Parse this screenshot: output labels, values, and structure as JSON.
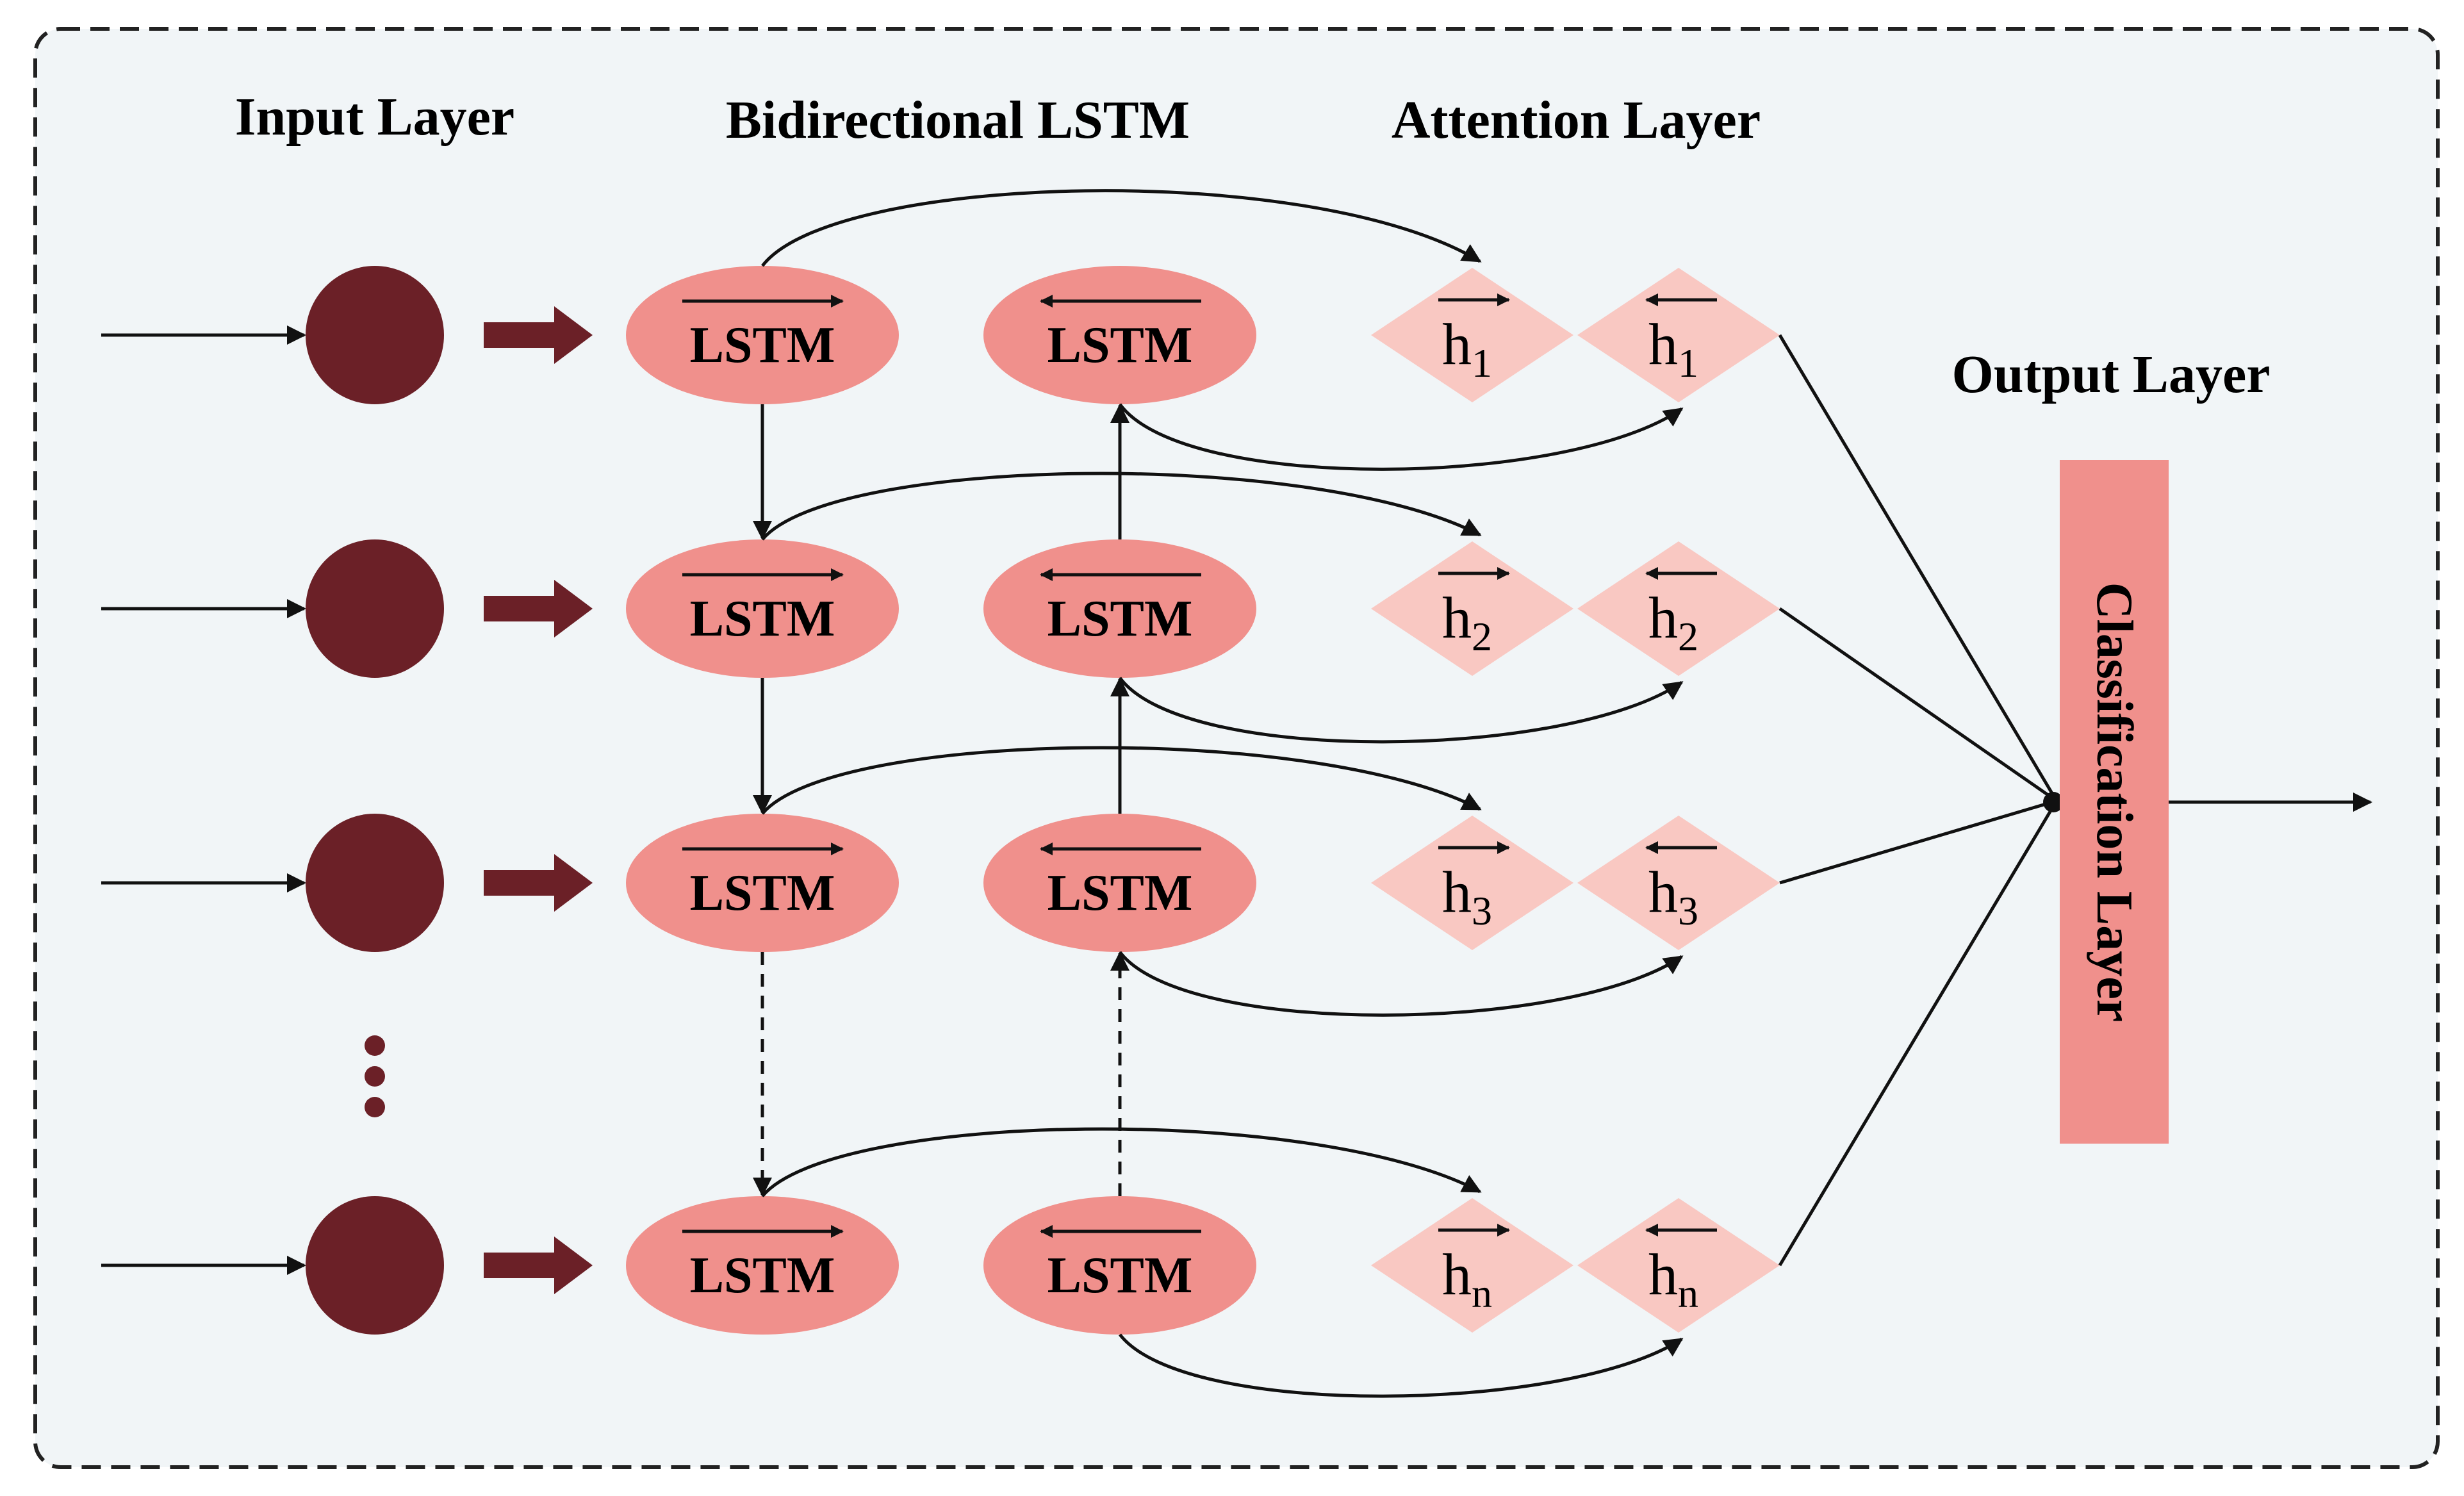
{
  "titles": {
    "input": "Input Layer",
    "bilstm": "Bidirectional LSTM",
    "attention": "Attention Layer",
    "output": "Output Layer"
  },
  "lstm_label": "LSTM",
  "classification_label": "Classification Layer",
  "rows": [
    {
      "h": "h",
      "sub": "1"
    },
    {
      "h": "h",
      "sub": "2"
    },
    {
      "h": "h",
      "sub": "3"
    },
    {
      "h": "h",
      "sub": "n"
    }
  ],
  "colors": {
    "background": "#f1f5f7",
    "input_node": "#6b2027",
    "lstm_node": "#f0908c",
    "attention_node": "#f9c8c2",
    "classification": "#f0908c",
    "block_arrow": "#6b2027"
  }
}
